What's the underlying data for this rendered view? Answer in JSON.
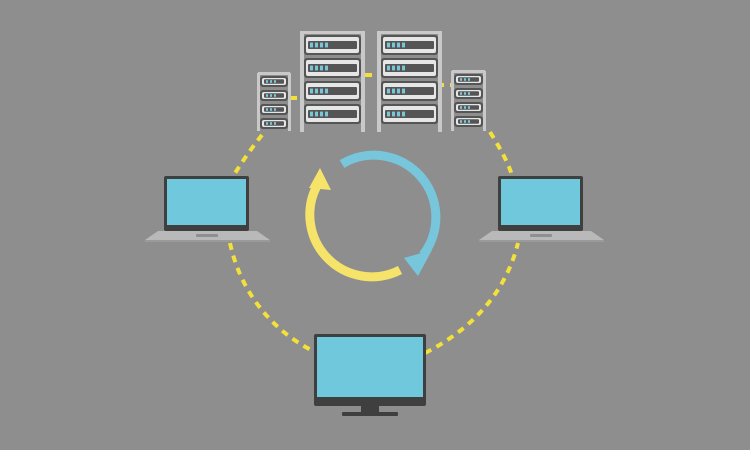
{
  "colors": {
    "background": "#8e8e8e",
    "connection": "#f3e03a",
    "screen": "#6fc8dc",
    "device_frame": "#3f3f3f",
    "laptop_base": "#b9b9b9",
    "rack_frame": "#c9c9c9",
    "server_unit": "#555555",
    "server_led": "#78c6d8",
    "sync_arrow_yellow": "#f5e36a",
    "sync_arrow_blue": "#78c6dc"
  },
  "icons": {
    "sync": "sync-cycle-icon",
    "server": "server-rack-icon",
    "laptop": "laptop-icon",
    "monitor": "monitor-icon"
  },
  "nodes": [
    "server-rack",
    "server-rack",
    "server-rack",
    "server-rack",
    "laptop",
    "laptop",
    "monitor"
  ]
}
